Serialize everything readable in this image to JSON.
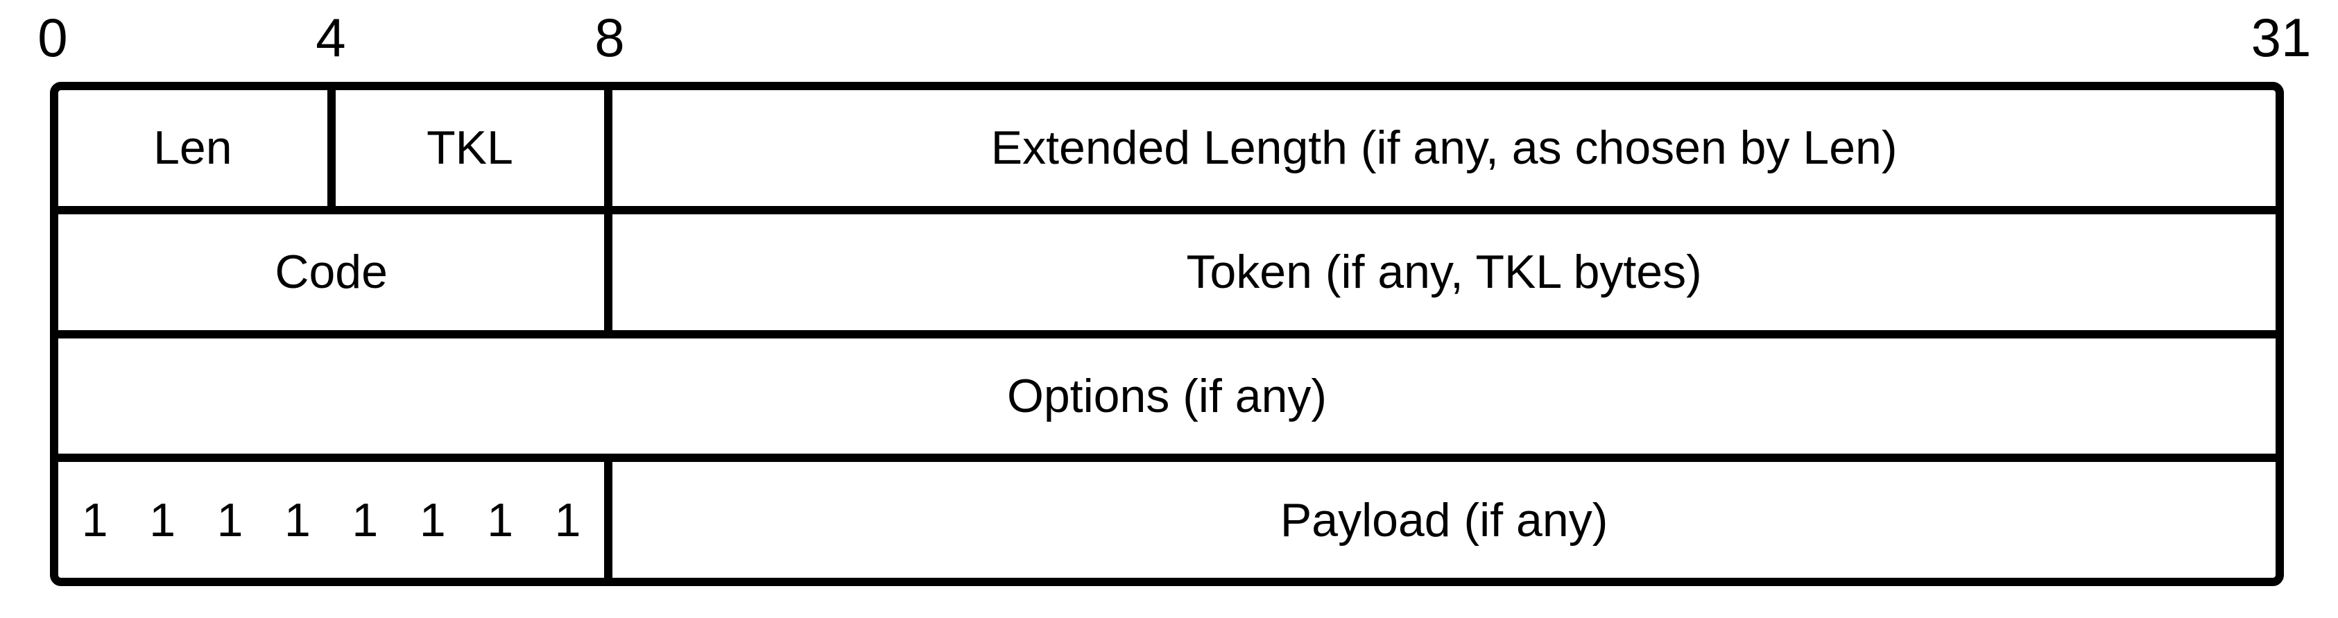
{
  "diagram": {
    "kind": "packet-structure-diagram",
    "bit_markers": {
      "b0": "0",
      "b4": "4",
      "b8": "8",
      "b31": "31"
    },
    "rows": [
      {
        "cells": [
          {
            "label": "Len"
          },
          {
            "label": "TKL"
          },
          {
            "label": "Extended Length (if any, as chosen by Len)"
          }
        ]
      },
      {
        "cells": [
          {
            "label": "Code"
          },
          {
            "label": "Token (if any, TKL bytes)"
          }
        ]
      },
      {
        "cells": [
          {
            "label": "Options (if any)"
          }
        ]
      },
      {
        "cells": [
          {
            "ones": [
              "1",
              "1",
              "1",
              "1",
              "1",
              "1",
              "1",
              "1"
            ]
          },
          {
            "label": "Payload (if any)"
          }
        ]
      }
    ],
    "colors": {
      "border": "#000000",
      "background": "#ffffff",
      "text": "#000000"
    }
  }
}
